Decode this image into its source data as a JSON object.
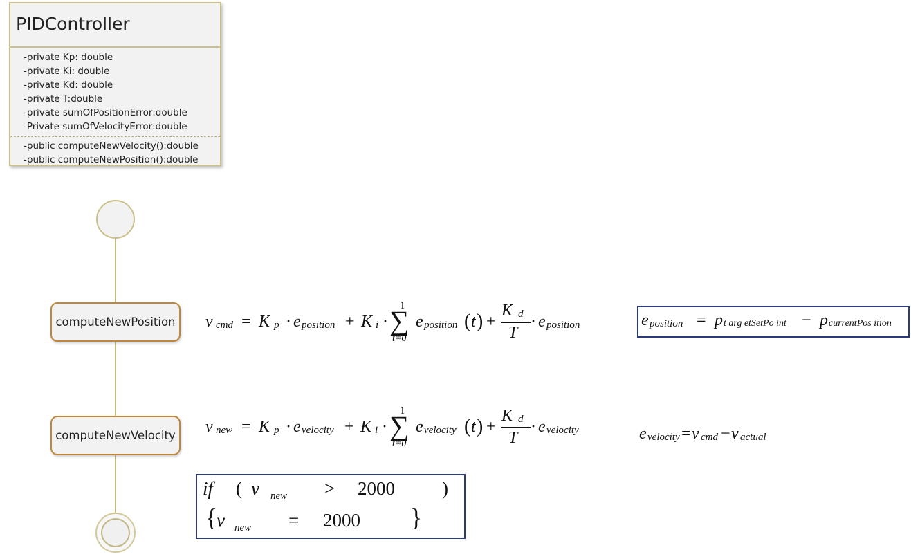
{
  "uml_class": {
    "name": "PIDController",
    "attributes": [
      "-private Kp: double",
      "-private Ki: double",
      "-private Kd: double",
      "-private T:double",
      "-private sumOfPositionError:double",
      "-Private sumOfVelocityError:double"
    ],
    "operations": [
      "-public computeNewVelocity():double",
      "-public computeNewPosition():double"
    ]
  },
  "activities": {
    "position": "computeNewPosition",
    "velocity": "computeNewVelocity"
  },
  "equations": {
    "v_cmd_lhs": "v",
    "v_cmd_sub": "cmd",
    "v_new_sub": "new",
    "K": "K",
    "p_sub": "p",
    "i_sub": "i",
    "d_sub": "d",
    "e": "e",
    "pos_sub": "position",
    "vel_sub": "velocity",
    "sum_upper": "1",
    "sum_lower": "t=0",
    "T": "T",
    "t_arg": "t",
    "e_pos_def": {
      "p": "p",
      "target_sub": "t arg etSetPo int",
      "current_sub": "currentPos ition"
    },
    "e_vel_def": {
      "v": "v",
      "cmd_sub": "cmd",
      "actual_sub": "actual"
    },
    "if_block": {
      "kw": "if",
      "v": "v",
      "sub": "new",
      "op": ">",
      "value": "2000",
      "assign_op": "=",
      "assign_value": "2000"
    }
  },
  "colors": {
    "class_border": "#c9c08a",
    "activity_border": "#c0863a",
    "box_border": "#2b3a7a",
    "flow_line": "#c2b785"
  }
}
